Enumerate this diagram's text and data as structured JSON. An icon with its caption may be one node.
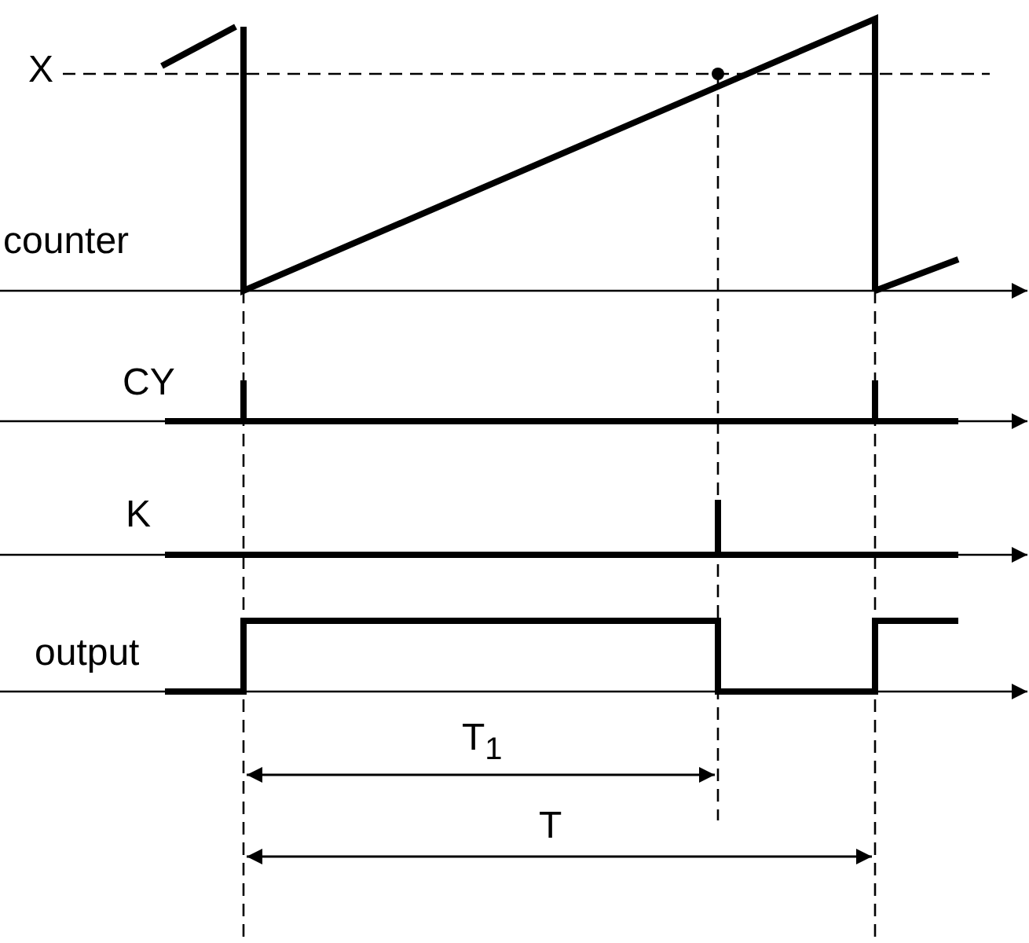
{
  "diagram": {
    "labels": [
      "X",
      "counter",
      "CY",
      "K",
      "output",
      "T$_{1}$",
      "T"
    ]
  }
}
